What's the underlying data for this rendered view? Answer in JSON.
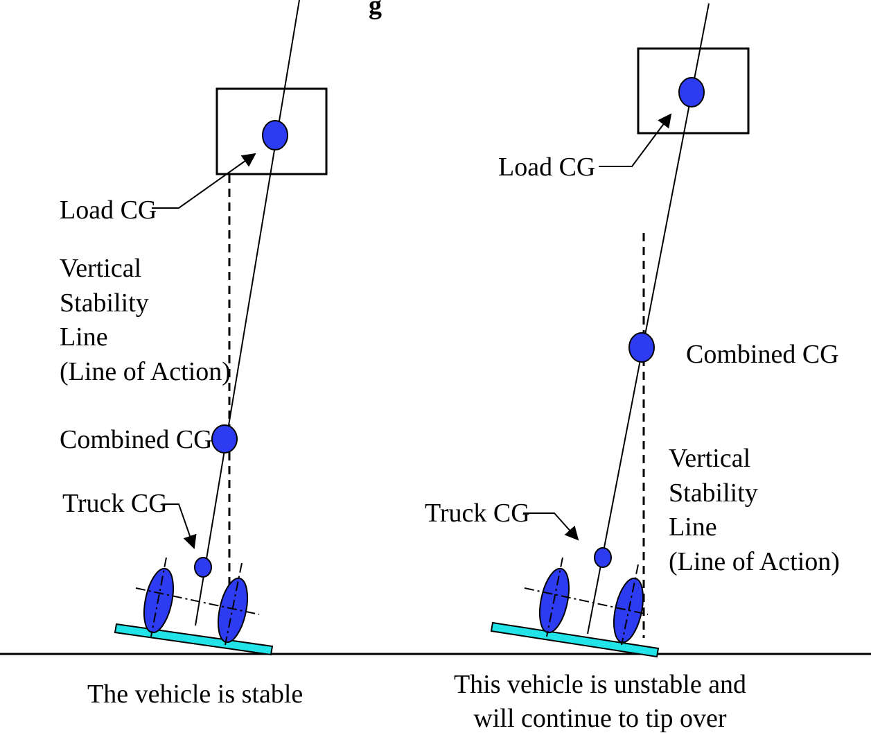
{
  "title_fragment": "g",
  "left": {
    "load_cg": "Load CG",
    "stability_line": [
      "Vertical",
      "Stability",
      "Line",
      "(Line of Action)"
    ],
    "combined_cg": "Combined CG",
    "truck_cg": "Truck CG",
    "caption": "The vehicle is stable"
  },
  "right": {
    "load_cg": "Load CG",
    "combined_cg": "Combined CG",
    "stability_line": [
      "Vertical",
      "Stability",
      "Line",
      "(Line of Action)"
    ],
    "truck_cg": "Truck CG",
    "caption": [
      "This vehicle is unstable and",
      "will continue to tip over"
    ]
  },
  "colors": {
    "cg_fill": "#2d3cf0",
    "platform_fill": "#22e3e8"
  }
}
